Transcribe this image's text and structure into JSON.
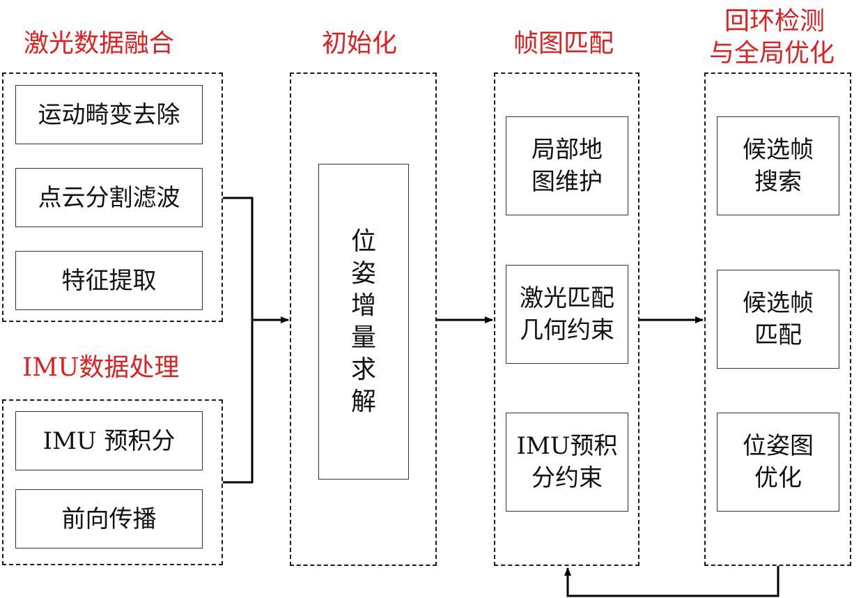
{
  "colors": {
    "title": "#e02020",
    "line": "#000000"
  },
  "titles": {
    "laser_fusion": "激光数据融合",
    "imu_processing": "IMU数据处理",
    "init": "初始化",
    "frame_match": "帧图匹配",
    "loop_line1": "回环检测",
    "loop_line2": "与全局优化"
  },
  "laser_fusion": {
    "motion_undistort": "运动畸变去除",
    "cloud_segment": "点云分割滤波",
    "feature_extract": "特征提取"
  },
  "imu_processing": {
    "preintegration": "IMU 预积分",
    "forward_propagation": "前向传播"
  },
  "init": {
    "pose_increment": "位姿增量求解"
  },
  "frame_match": {
    "local_map": "局部地图维护",
    "laser_constraint": "激光匹配几何约束",
    "imu_constraint": "IMU预积分约束"
  },
  "loop": {
    "candidate_search": "候选帧搜索",
    "candidate_match": "候选帧匹配",
    "pose_graph": "位姿图优化"
  }
}
